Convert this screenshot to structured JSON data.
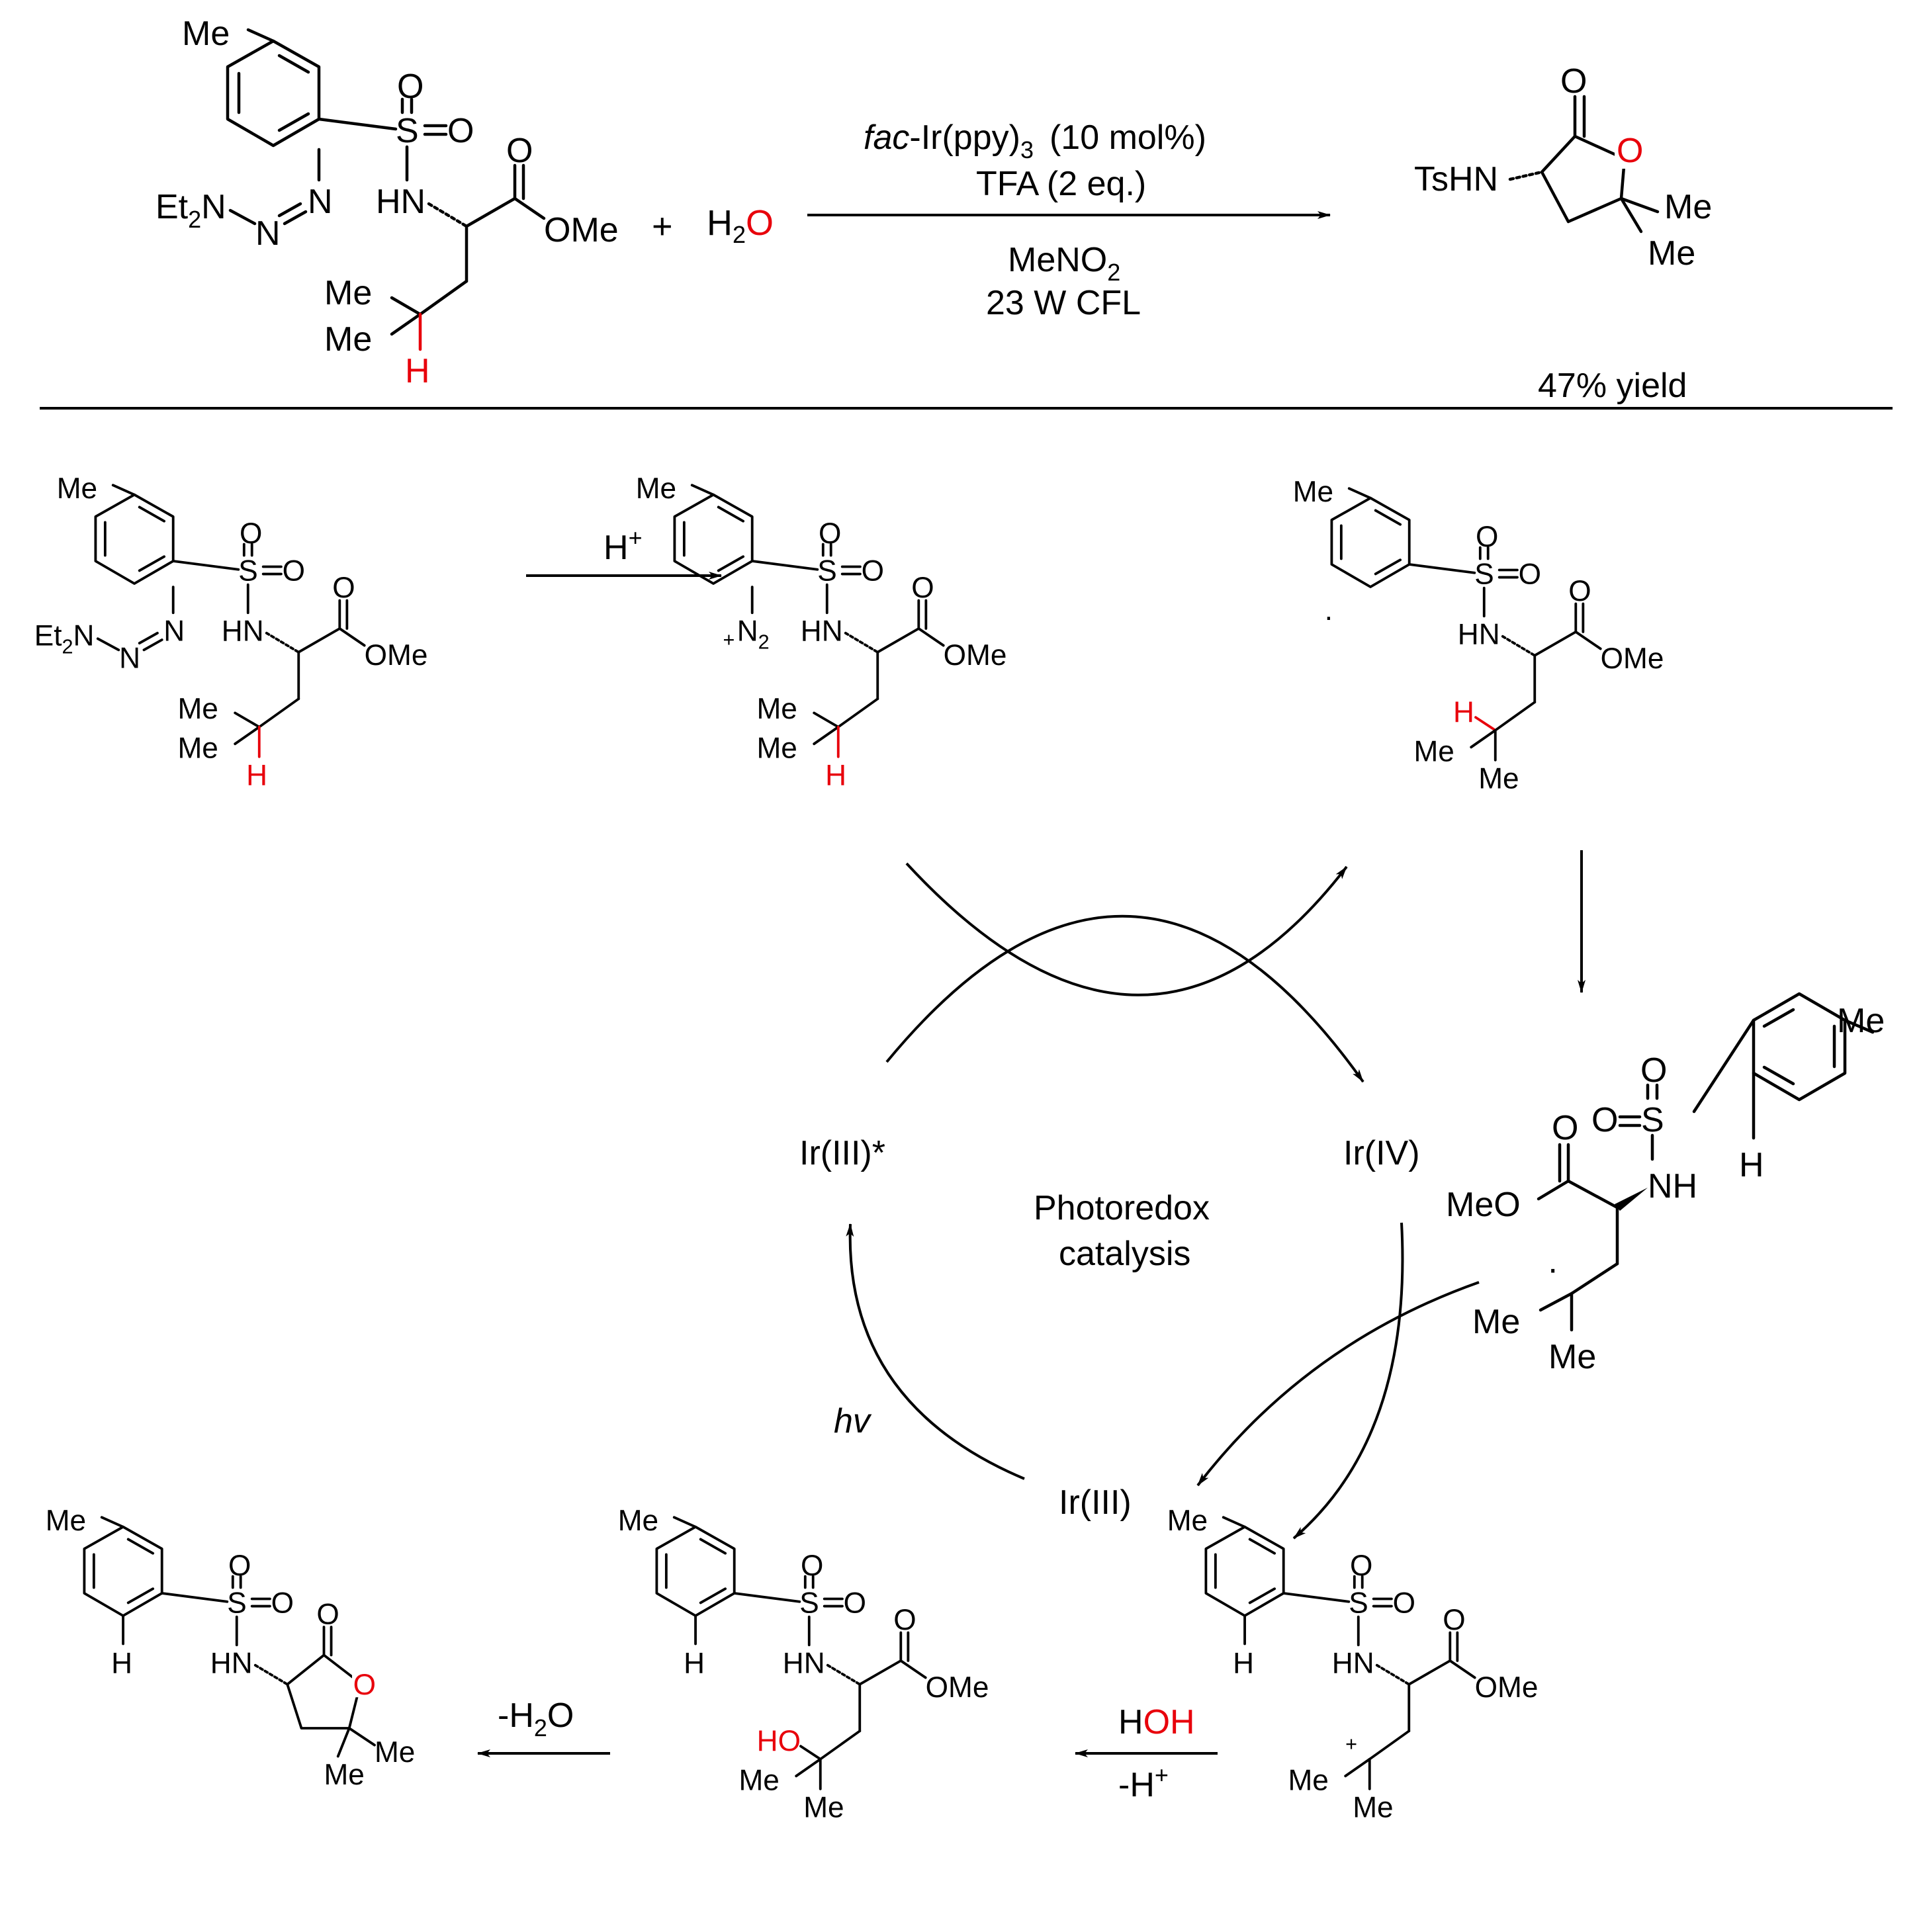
{
  "reaction": {
    "conditions": {
      "catalyst_prefix": "fac",
      "catalyst_rest": "-Ir(ppy)",
      "catalyst_sub": "3",
      "catalyst_loading": "(10 mol%)",
      "acid": "TFA (2 eq.)",
      "solvent_main": "MeNO",
      "solvent_sub": "2",
      "light": "23 W CFL"
    },
    "plus": "+",
    "water_h": "H",
    "water_sub": "2",
    "water_o": "O",
    "yield": "47% yield"
  },
  "atoms": {
    "me": "Me",
    "ome": "OMe",
    "meo": "MeO",
    "hn": "HN",
    "nh": "NH",
    "h": "H",
    "o": "O",
    "s": "S",
    "n": "N",
    "et": "Et",
    "sub2": "2",
    "n_text": "N",
    "tshn": "TsHN",
    "ho": "HO",
    "plus": "+",
    "radical_dot": "·"
  },
  "mechanism": {
    "step1_reagent": "H",
    "step1_sup": "+",
    "catalysts": {
      "excited": "Ir(III)*",
      "oxidized": "Ir(IV)",
      "ground": "Ir(III)"
    },
    "cycle_label_1": "Photoredox",
    "cycle_label_2": "catalysis",
    "light": "hv",
    "hydration_reagent_h": "H",
    "hydration_reagent_oh": "OH",
    "hydration_byproduct": "-H",
    "hydration_byproduct_sup": "+",
    "lactonization": "-H",
    "lactonization_sub": "2",
    "lactonization_o": "O"
  },
  "colors": {
    "highlight": "#e8000b",
    "ink": "#000000"
  }
}
